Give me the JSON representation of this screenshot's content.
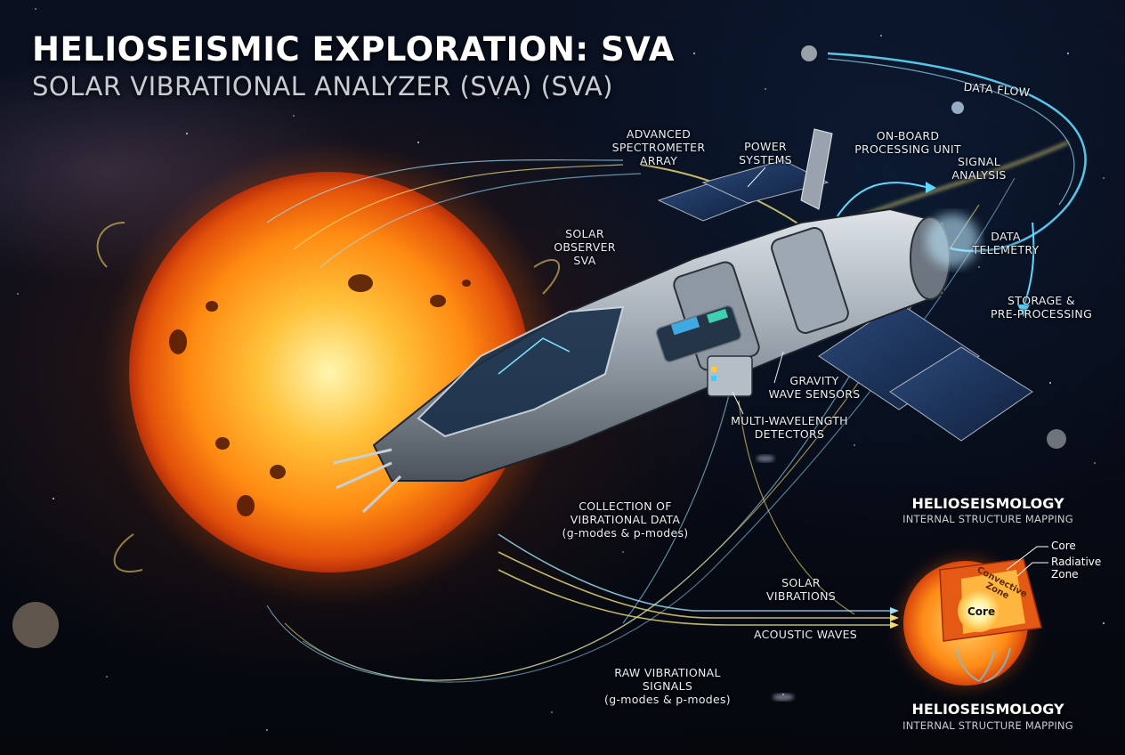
{
  "header": {
    "title": "HELIOSEISMIC EXPLORATION: SVA",
    "subtitle": "SOLAR VIBRATIONAL ANALYZER (SVA) (SVA)"
  },
  "labels": {
    "advanced_spectrometer": "ADVANCED\nSPECTROMETER\nARRAY",
    "power_systems": "POWER\nSYSTEMS",
    "onboard_processing": "ON-BOARD\nPROCESSING UNIT",
    "signal_analysis": "SIGNAL\nANALYSIS",
    "data_flow": "DATA FLOW",
    "data_telemetry": "DATA\nTELEMETRY",
    "storage_preprocessing": "STORAGE &\nPRE-PROCESSING",
    "solar_observer": "SOLAR\nOBSERVER\nSVA",
    "gravity_wave_sensors": "GRAVITY\nWAVE SENSORS",
    "multi_wavelength": "MULTI-WAVELENGTH\nDETECTORS",
    "collection_vibrational": "COLLECTION OF\nVIBRATIONAL DATA\n(g-modes & p-modes)",
    "solar_vibrations": "SOLAR\nVIBRATIONS",
    "acoustic_waves": "ACOUSTIC WAVES",
    "raw_vibrational": "RAW VIBRATIONAL\nSIGNALS\n(g-modes & p-modes)"
  },
  "helioseismology": {
    "top_title": "HELIOSEISMOLOGY",
    "top_subtitle": "INTERNAL STRUCTURE MAPPING",
    "bottom_title": "HELIOSEISMOLOGY",
    "bottom_subtitle": "INTERNAL STRUCTURE MAPPING",
    "layers": {
      "core_callout": "Core",
      "radiative_callout": "Radiative\nZone",
      "convective_inner": "Convective\nZone",
      "core_inner": "Core"
    }
  },
  "colors": {
    "sun_core": "#fff2a8",
    "sun_mid": "#ff9a1a",
    "sun_edge": "#e0470a",
    "flow_cyan": "#5fd8ff",
    "flow_yellow": "#f3e27a",
    "background": "#070b16"
  }
}
